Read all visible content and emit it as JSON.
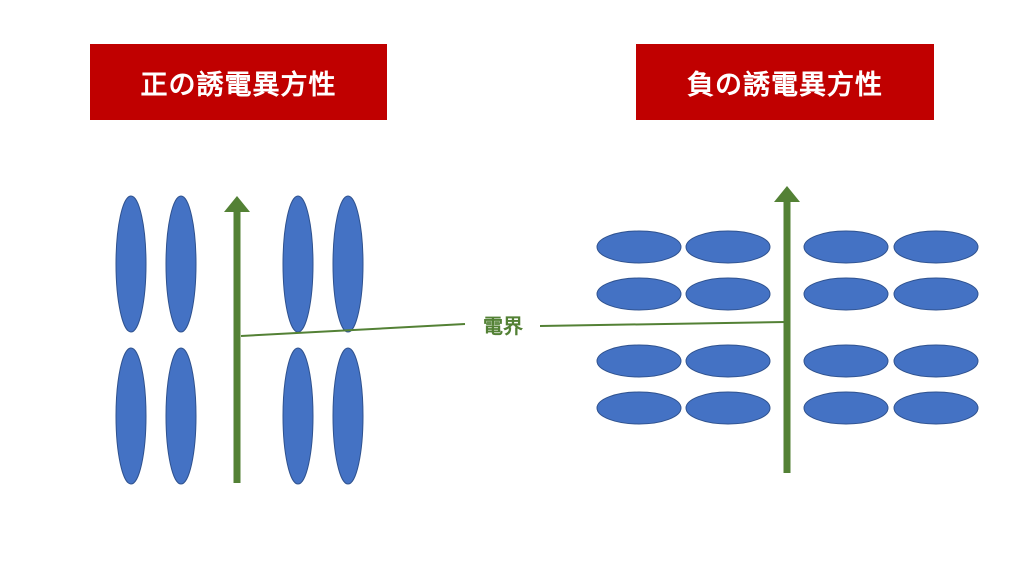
{
  "titles": {
    "positive": "正の誘電異方性",
    "negative": "負の誘電異方性"
  },
  "field_label": "電界",
  "colors": {
    "title_bg": "#c00000",
    "molecule_fill": "#4472c4",
    "molecule_stroke": "#2f528f",
    "field_green": "#538135"
  }
}
